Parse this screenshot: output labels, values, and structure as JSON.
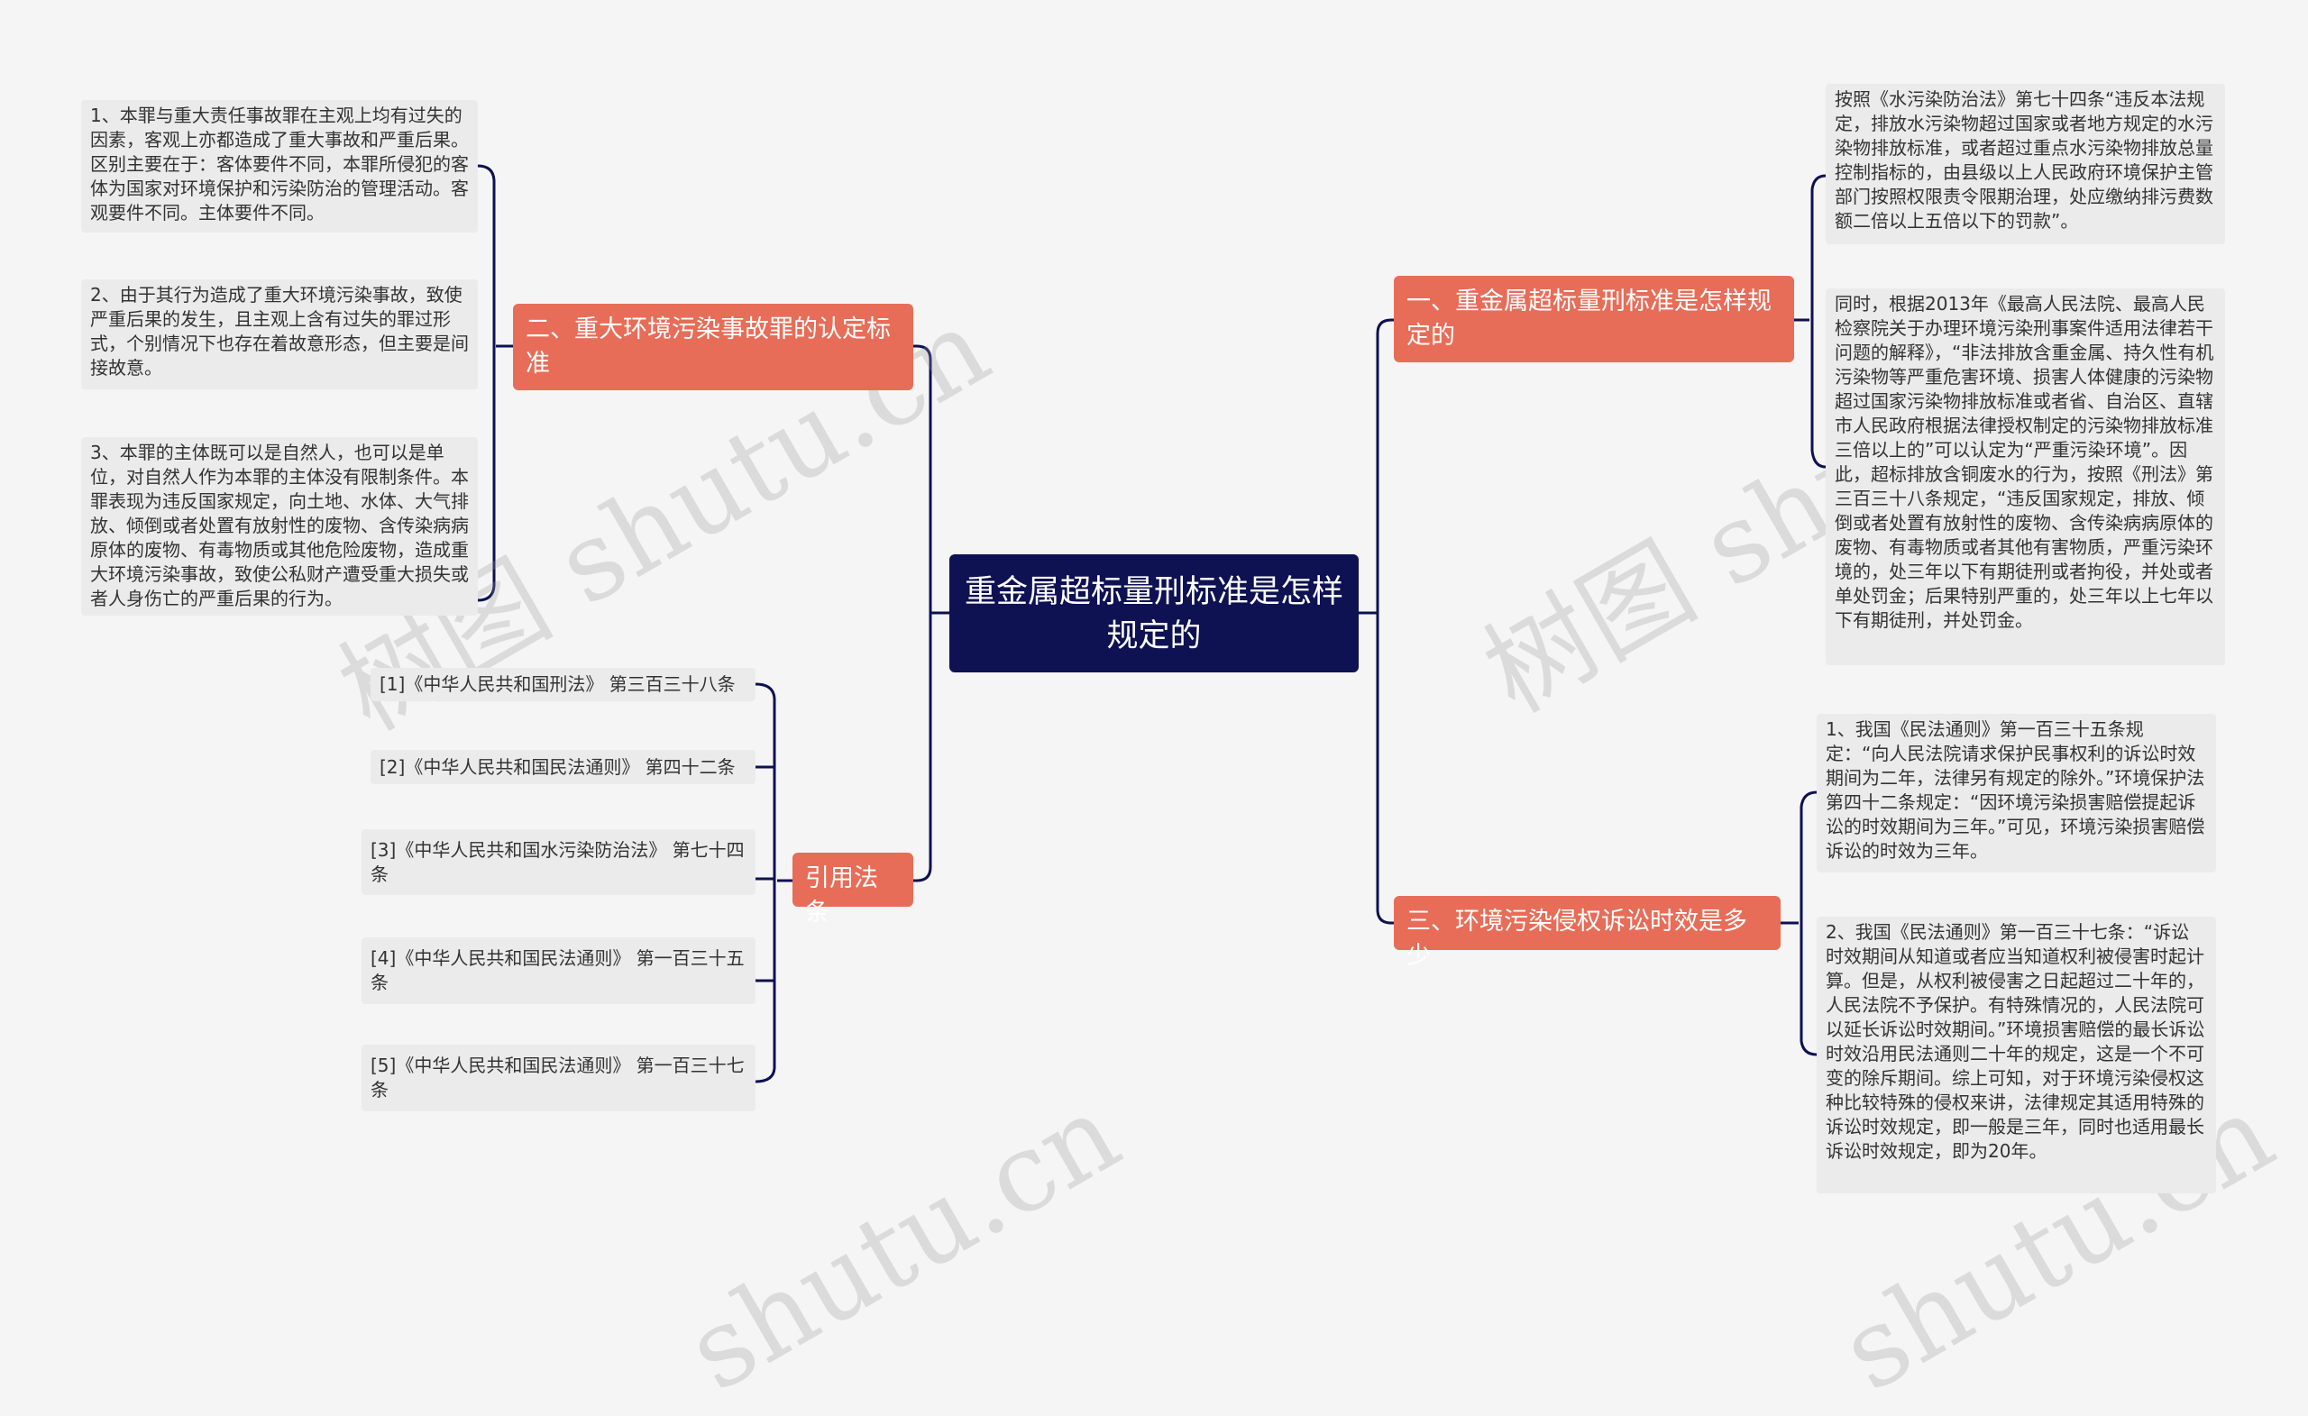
{
  "root": {
    "title": "重金属超标量刑标准是怎样规定的"
  },
  "branches": {
    "b1": {
      "label": "一、重金属超标量刑标准是怎样规定的"
    },
    "b2": {
      "label": "二、重大环境污染事故罪的认定标准"
    },
    "b3": {
      "label": "三、环境污染侵权诉讼时效是多少"
    },
    "b4": {
      "label": "引用法条"
    }
  },
  "leaves": {
    "b1_1": "按照《水污染防治法》第七十四条“违反本法规定，排放水污染物超过国家或者地方规定的水污染物排放标准，或者超过重点水污染物排放总量控制指标的，由县级以上人民政府环境保护主管部门按照权限责令限期治理，处应缴纳排污费数额二倍以上五倍以下的罚款”。",
    "b1_2": "同时，根据2013年《最高人民法院、最高人民检察院关于办理环境污染刑事案件适用法律若干问题的解释》，“非法排放含重金属、持久性有机污染物等严重危害环境、损害人体健康的污染物超过国家污染物排放标准或者省、自治区、直辖市人民政府根据法律授权制定的污染物排放标准三倍以上的”可以认定为“严重污染环境”。因此，超标排放含铜废水的行为，按照《刑法》第三百三十八条规定，“违反国家规定，排放、倾倒或者处置有放射性的废物、含传染病病原体的废物、有毒物质或者其他有害物质，严重污染环境的，处三年以下有期徒刑或者拘役，并处或者单处罚金；后果特别严重的，处三年以上七年以下有期徒刑，并处罚金。",
    "b2_1": "1、本罪与重大责任事故罪在主观上均有过失的因素，客观上亦都造成了重大事故和严重后果。区别主要在于：客体要件不同，本罪所侵犯的客体为国家对环境保护和污染防治的管理活动。客观要件不同。主体要件不同。",
    "b2_2": "2、由于其行为造成了重大环境污染事故，致使严重后果的发生，且主观上含有过失的罪过形式，个别情况下也存在着故意形态，但主要是间接故意。",
    "b2_3": "3、本罪的主体既可以是自然人，也可以是单位，对自然人作为本罪的主体没有限制条件。本罪表现为违反国家规定，向土地、水体、大气排放、倾倒或者处置有放射性的废物、含传染病病原体的废物、有毒物质或其他危险废物，造成重大环境污染事故，致使公私财产遭受重大损失或者人身伤亡的严重后果的行为。",
    "b3_1": "1、我国《民法通则》第一百三十五条规定：“向人民法院请求保护民事权利的诉讼时效期间为二年，法律另有规定的除外。”环境保护法第四十二条规定：“因环境污染损害赔偿提起诉讼的时效期间为三年。”可见，环境污染损害赔偿诉讼的时效为三年。",
    "b3_2": "2、我国《民法通则》第一百三十七条：“诉讼时效期间从知道或者应当知道权利被侵害时起计算。但是，从权利被侵害之日起超过二十年的，人民法院不予保护。有特殊情况的，人民法院可以延长诉讼时效期间。”环境损害赔偿的最长诉讼时效沿用民法通则二十年的规定，这是一个不可变的除斥期间。综上可知，对于环境污染侵权这种比较特殊的侵权来讲，法律规定其适用特殊的诉讼时效规定，即一般是三年，同时也适用最长诉讼时效规定，即为20年。",
    "b4_1": "[1]《中华人民共和国刑法》 第三百三十八条",
    "b4_2": "[2]《中华人民共和国民法通则》 第四十二条",
    "b4_3": "[3]《中华人民共和国水污染防治法》 第七十四条",
    "b4_4": "[4]《中华人民共和国民法通则》 第一百三十五条",
    "b4_5": "[5]《中华人民共和国民法通则》 第一百三十七条"
  },
  "watermarks": [
    "树图 shutu.cn",
    "树图 shutu.cn",
    "shutu.cn",
    "shutu.cn"
  ],
  "colors": {
    "root": "#0e1152",
    "branch": "#e76d58",
    "leaf": "#ebebeb",
    "line": "#0e1152"
  }
}
